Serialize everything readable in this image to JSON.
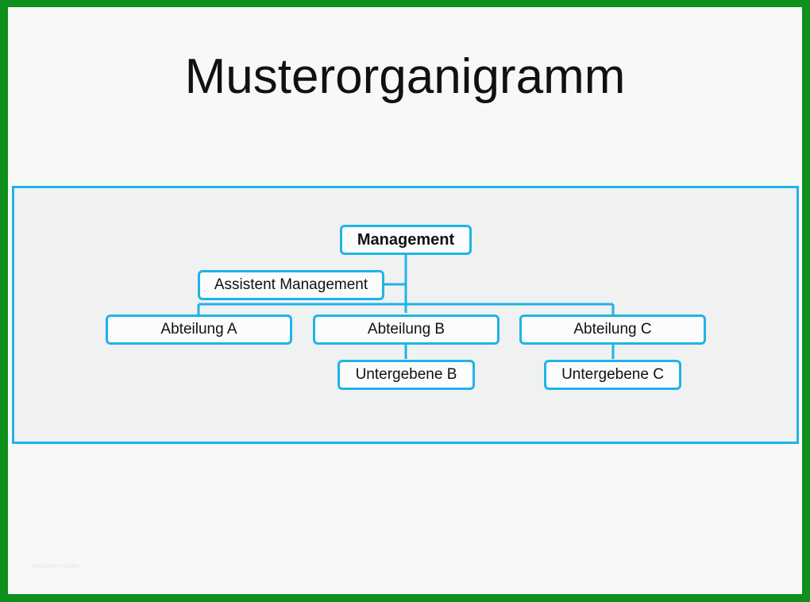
{
  "title": "Musterorganigramm",
  "colors": {
    "outer_border": "#0f8f1b",
    "slide_background": "#f7f9f7",
    "accent": "#1fb3e8",
    "text": "#111111"
  },
  "org": {
    "management": "Management",
    "assistant": "Assistent Management",
    "departments": {
      "a": "Abteilung A",
      "b": "Abteilung B",
      "c": "Abteilung C"
    },
    "subordinates": {
      "b": "Untergebene B",
      "c": "Untergebene C"
    }
  },
  "watermark": "vorlage-muster"
}
